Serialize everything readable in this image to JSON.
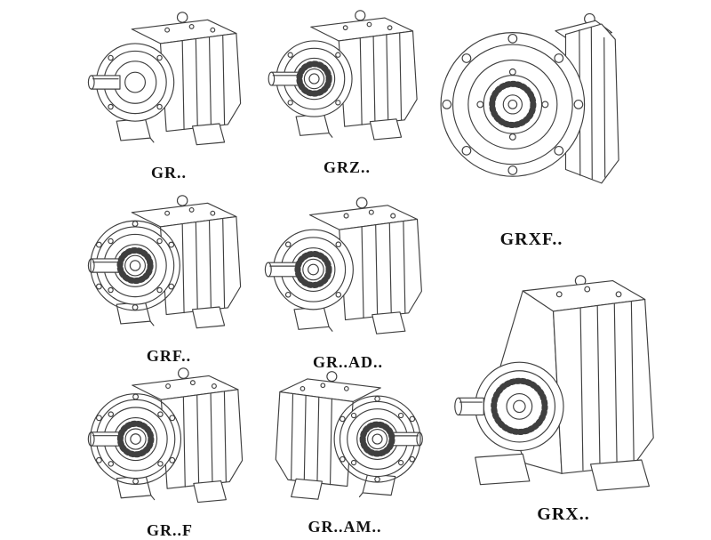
{
  "page": {
    "background": "#ffffff",
    "line_color": "#3f3f3f",
    "faded_line_color": "#c6c6c6",
    "description": "Catalog sheet of GR-series helical gear reducer technical drawings"
  },
  "items": [
    {
      "label": "GR..",
      "symbol": "#gb-foot",
      "icon": "foot-mounted-gearbox-drawing"
    },
    {
      "label": "GRZ..",
      "symbol": "#gb-footgear",
      "icon": "foot-mounted-gearbox-drawing"
    },
    {
      "label": "GRXF..",
      "symbol": "#gb-flange",
      "icon": "flange-mounted-gearbox-drawing"
    },
    {
      "label": "GRF..",
      "symbol": "#gb-flangefoot",
      "icon": "flange-foot-gearbox-drawing"
    },
    {
      "label": "GR..AD..",
      "symbol": "#gb-footgear",
      "icon": "phantom-adapter-gearbox-drawing"
    },
    {
      "label": "GR..F",
      "symbol": "#gb-flangefoot",
      "icon": "flange-foot-gearbox-drawing"
    },
    {
      "label": "GR..AM..",
      "symbol": "#gb-flangefoot",
      "icon": "phantom-adapter-flange-gearbox-drawing"
    },
    {
      "label": "GRX..",
      "symbol": "#gb-large",
      "icon": "large-foot-mounted-gearbox-drawing"
    }
  ]
}
